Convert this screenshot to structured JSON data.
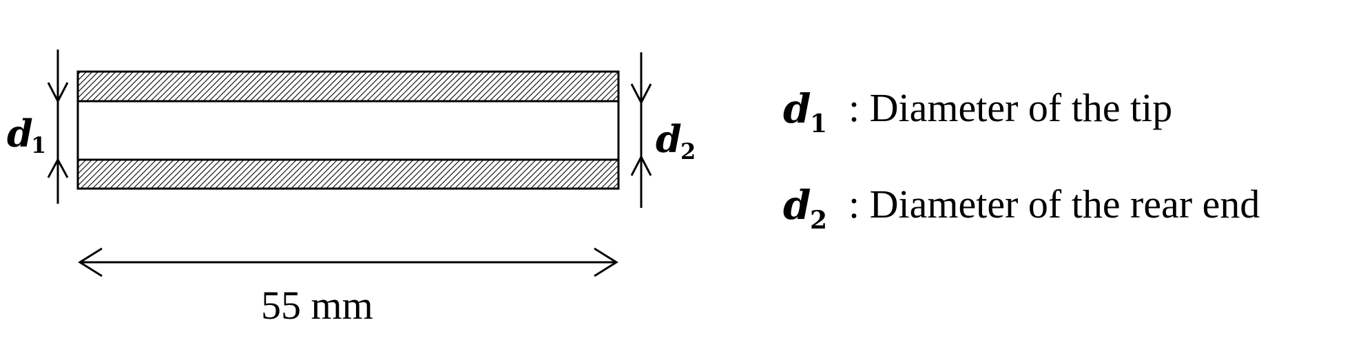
{
  "diagram": {
    "length_label": "55 mm",
    "left_symbol": {
      "base": "d",
      "sub": "1"
    },
    "right_symbol": {
      "base": "d",
      "sub": "2"
    }
  },
  "legend": [
    {
      "base": "d",
      "sub": "1",
      "text": ": Diameter of the tip"
    },
    {
      "base": "d",
      "sub": "2",
      "text": ": Diameter of the rear end"
    }
  ]
}
